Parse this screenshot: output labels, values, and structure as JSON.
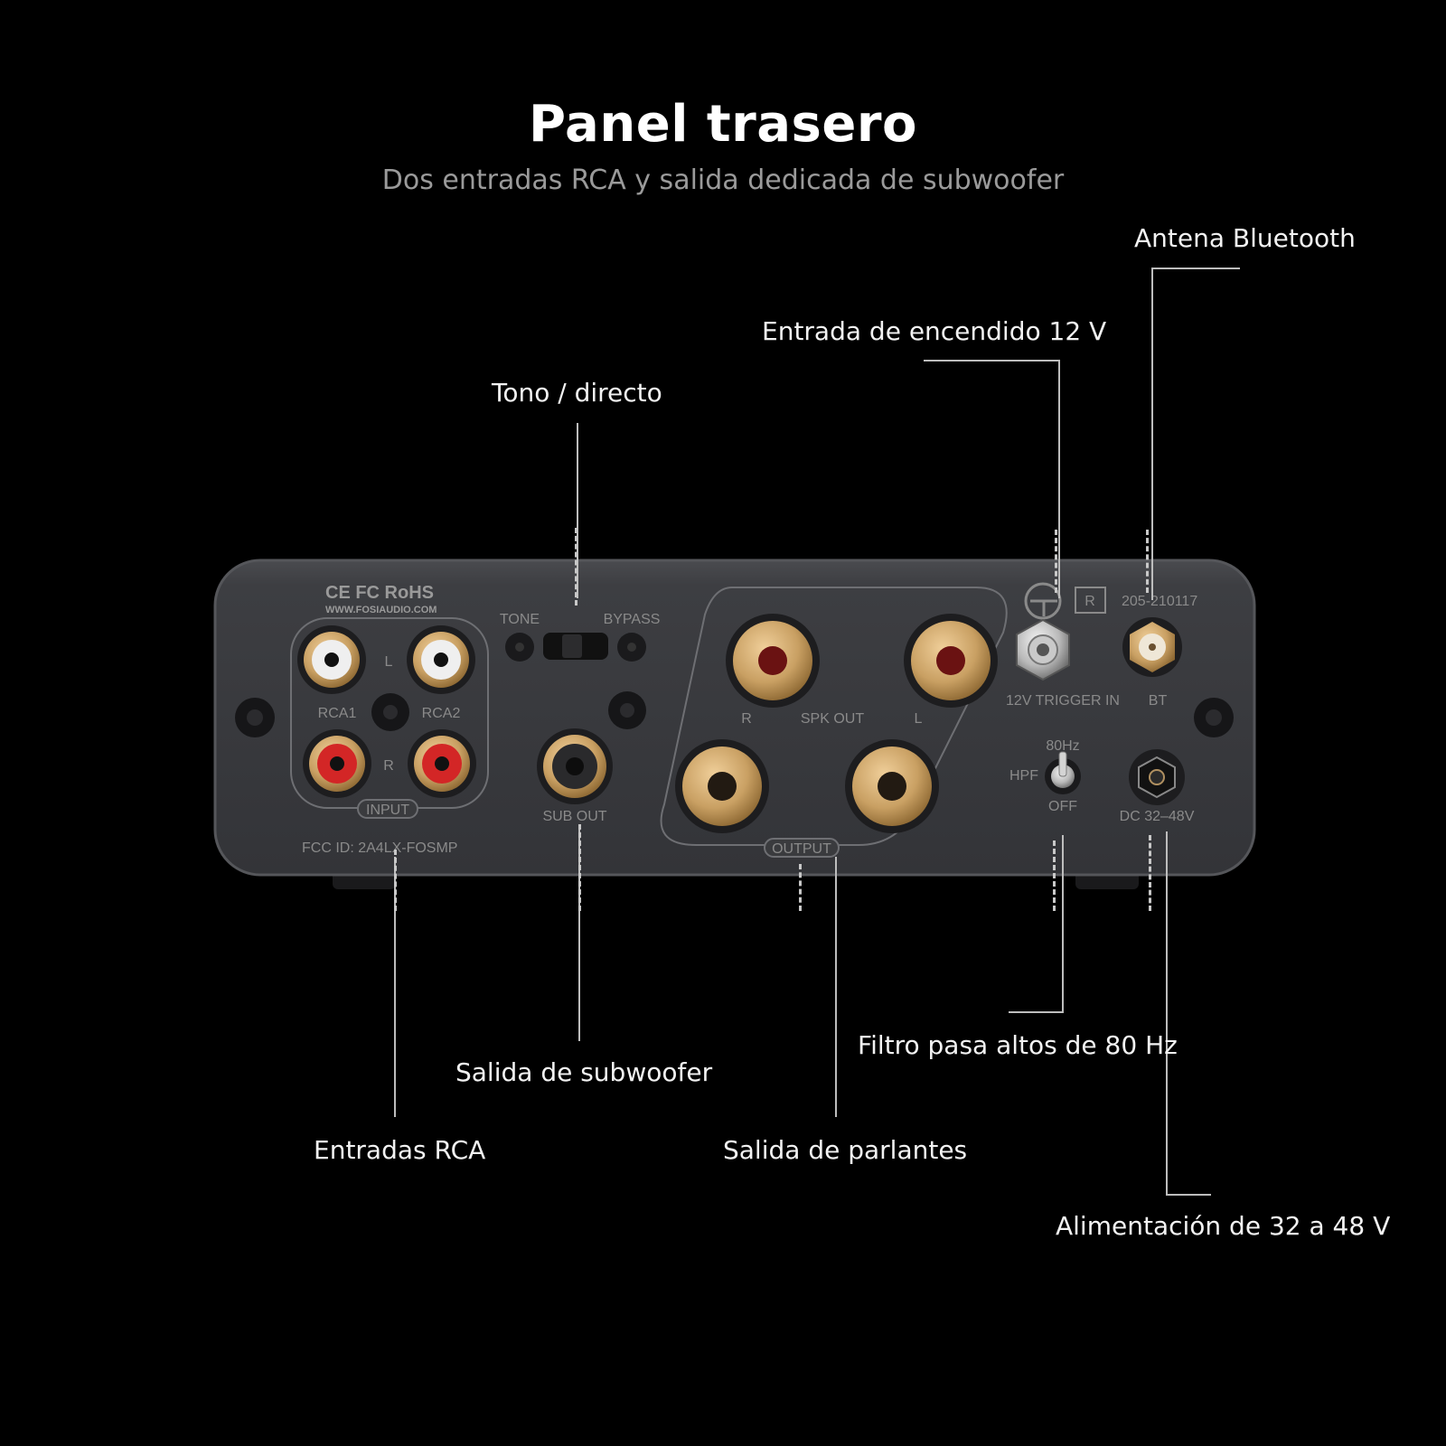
{
  "header": {
    "title": "Panel trasero",
    "subtitle": "Dos entradas RCA y salida dedicada de subwoofer"
  },
  "callouts": {
    "bluetooth": "Antena Bluetooth",
    "trigger": "Entrada de encendido 12 V",
    "tone": "Tono / directo",
    "hpf": "Filtro pasa altos de 80 Hz",
    "subout": "Salida de subwoofer",
    "rca": "Entradas RCA",
    "speaker": "Salida de parlantes",
    "power": "Alimentación de 32 a 48 V"
  },
  "panel_labels": {
    "certs": "CE FC RoHS",
    "website": "WWW.FOSIAUDIO.COM",
    "left": "L",
    "right": "R",
    "rca1": "RCA1",
    "rca2": "RCA2",
    "input": "INPUT",
    "fcc": "FCC ID:  2A4LX-FOSMP",
    "tone": "TONE",
    "bypass": "BYPASS",
    "sub_out": "SUB OUT",
    "spk_r": "R",
    "spk_out": "SPK OUT",
    "spk_l": "L",
    "output": "OUTPUT",
    "r_mark": "R",
    "cert_no": "205-210117",
    "trigger_in": "12V TRIGGER IN",
    "bt": "BT",
    "hz80": "80Hz",
    "hpf": "HPF",
    "off": "OFF",
    "dc": "DC 32–48V"
  },
  "colors": {
    "background": "#000000",
    "panel": "#3a3b3e",
    "gold": "#c9a063",
    "rca_red": "#d32626",
    "callout_line": "#bdbdbd"
  }
}
